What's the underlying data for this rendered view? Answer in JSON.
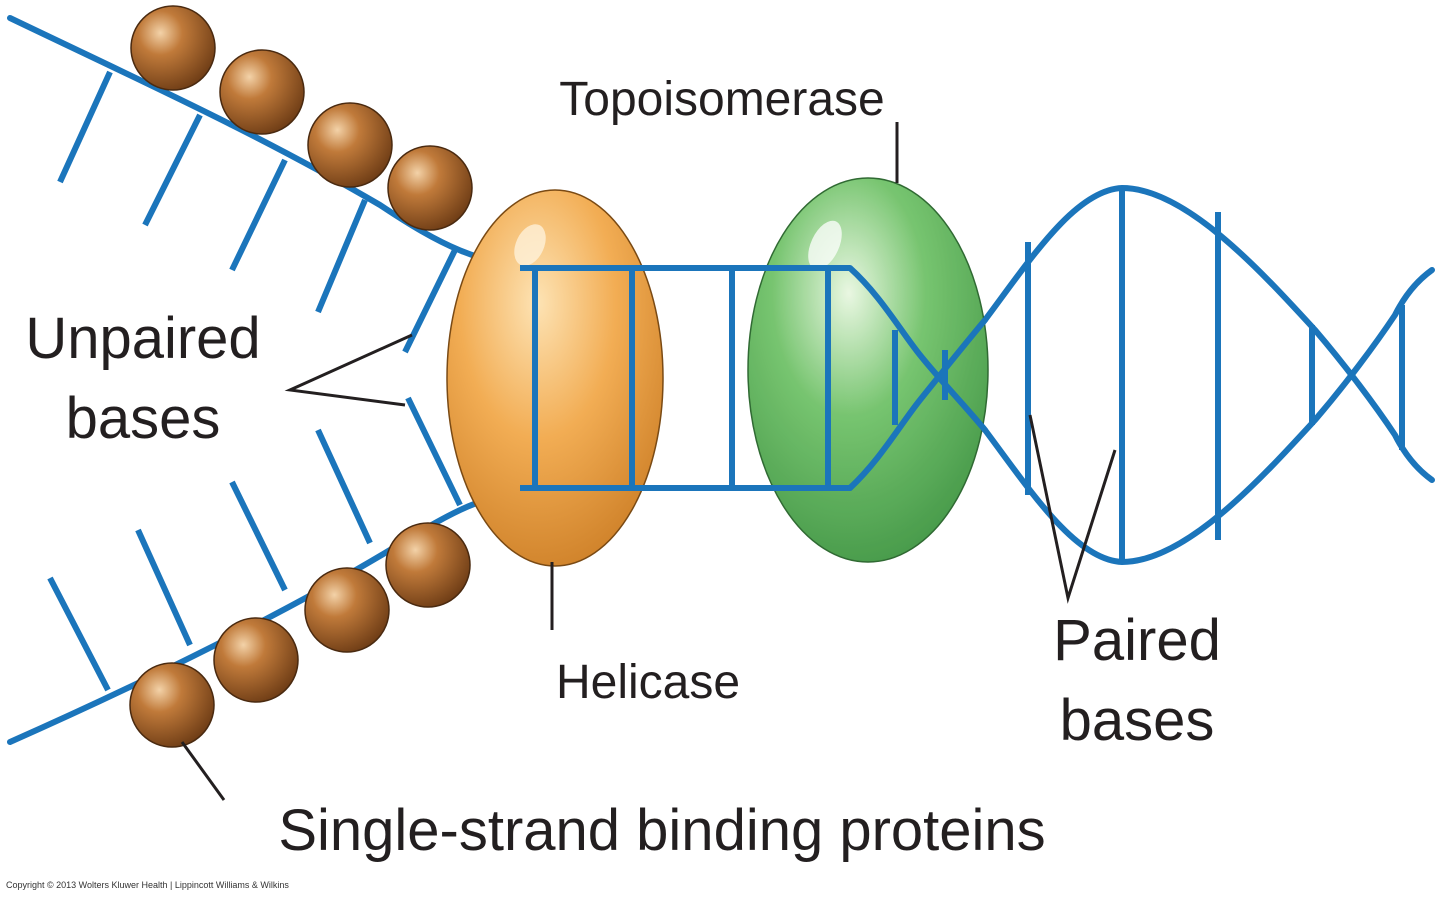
{
  "labels": {
    "topoisomerase": "Topoisomerase",
    "unpaired_line1": "Unpaired",
    "unpaired_line2": "bases",
    "helicase": "Helicase",
    "paired_line1": "Paired",
    "paired_line2": "bases",
    "ssb": "Single-strand binding proteins",
    "copyright": "Copyright © 2013 Wolters Kluwer Health | Lippincott Williams & Wilkins"
  },
  "colors": {
    "dna_strand": "#1b75bb",
    "helicase": "#f0a84a",
    "topoisomerase": "#5cb85c",
    "ssb_protein": "#a0612e",
    "label_text": "#231f20"
  }
}
